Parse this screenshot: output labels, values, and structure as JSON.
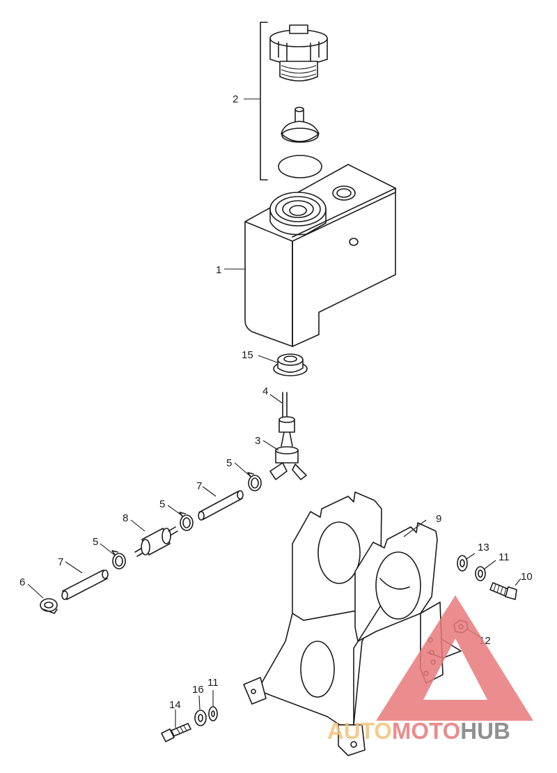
{
  "callouts": {
    "c1": "1",
    "c2": "2",
    "c3": "3",
    "c4": "4",
    "c5a": "5",
    "c5b": "5",
    "c5c": "5",
    "c6": "6",
    "c7a": "7",
    "c7b": "7",
    "c8": "8",
    "c9": "9",
    "c10": "10",
    "c11a": "11",
    "c11b": "11",
    "c12": "12",
    "c13": "13",
    "c14": "14",
    "c15": "15",
    "c16": "16"
  },
  "watermark": {
    "part1": "AUTO",
    "part2": "MOTO",
    "part3": "HUB",
    "triangle_color": "#e8797a"
  }
}
